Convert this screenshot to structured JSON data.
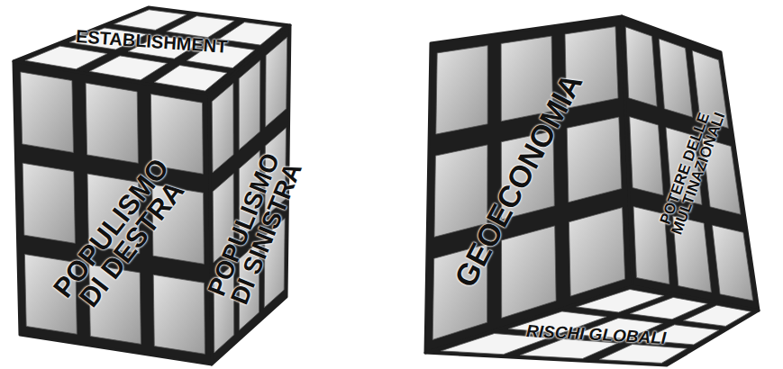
{
  "diagram": {
    "nodes": [
      {
        "text": [
          "ESTABLISHMENT"
        ]
      },
      {
        "text": [
          "POPULISMO DI DESTRA"
        ]
      },
      {
        "text": [
          "POPULISMO DI SINISTRA"
        ]
      },
      {
        "text": [
          "GEOECONOMIA"
        ]
      },
      {
        "text": [
          "POTERE DELLE MULTINAZIONALI"
        ]
      },
      {
        "text": [
          "RISCHI GLOBALI"
        ]
      }
    ]
  }
}
